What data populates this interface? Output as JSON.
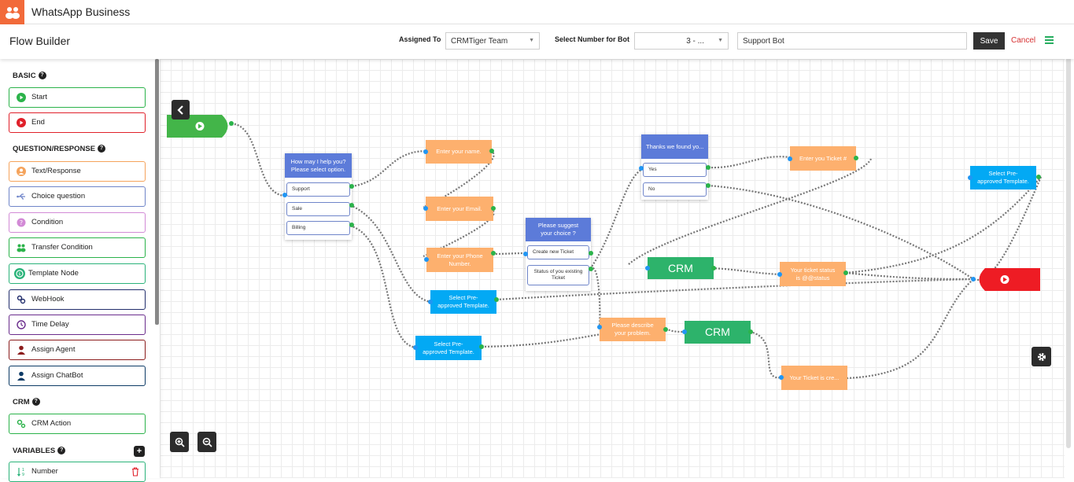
{
  "app": {
    "title": "WhatsApp Business",
    "accent": "#f26a3a"
  },
  "header": {
    "page_title": "Flow Builder",
    "assigned_label": "Assigned To",
    "assigned_value": "CRMTiger Team",
    "number_label": "Select Number for Bot",
    "number_value": "3 - ...",
    "bot_name": "Support Bot",
    "save_label": "Save",
    "cancel_label": "Cancel"
  },
  "sidebar": {
    "basic_title": "BASIC",
    "basic": [
      {
        "label": "Start",
        "color": "#2bb34a",
        "icon": "play-circle-icon"
      },
      {
        "label": "End",
        "color": "#e0202a",
        "icon": "stop-circle-icon"
      }
    ],
    "qr_title": "QUESTION/RESPONSE",
    "qr": [
      {
        "label": "Text/Response",
        "color": "#f5a35c",
        "icon": "user-circle-icon"
      },
      {
        "label": "Choice question",
        "color": "#6f85c9",
        "icon": "usb-fork-icon"
      },
      {
        "label": "Condition",
        "color": "#d28ad6",
        "icon": "question-circle-icon"
      },
      {
        "label": "Transfer Condition",
        "color": "#2bb34a",
        "icon": "users-icon"
      },
      {
        "label": "Template Node",
        "color": "#2bb37a",
        "icon": "whatsapp-icon"
      },
      {
        "label": "WebHook",
        "color": "#222e6c",
        "icon": "link-icon"
      },
      {
        "label": "Time Delay",
        "color": "#6a2c8c",
        "icon": "clock-icon"
      },
      {
        "label": "Assign Agent",
        "color": "#8b1c1c",
        "icon": "agent-icon"
      },
      {
        "label": "Assign ChatBot",
        "color": "#0d3b66",
        "icon": "chatbot-icon"
      }
    ],
    "crm_title": "CRM",
    "crm": [
      {
        "label": "CRM Action",
        "color": "#2bb34a",
        "icon": "gears-icon"
      }
    ],
    "vars_title": "VARIABLES",
    "vars": [
      {
        "label": "Number",
        "color": "#2bb37a",
        "icon": "sort-numeric-icon"
      }
    ]
  },
  "flow": {
    "q1": {
      "title": "How may I help you? Please select option.",
      "options": [
        "Support",
        "Sale",
        "Billing"
      ]
    },
    "q2": {
      "title": "Please suggest your choice ?",
      "options": [
        "Create new Ticket",
        "Status of you existing Ticket"
      ]
    },
    "q3": {
      "title": "Thanks we found yo...",
      "options": [
        "Yes",
        "No"
      ]
    },
    "enter_name": "Enter your name.",
    "enter_email": "Enter your Email.",
    "enter_phone": "Enter your Phone Number.",
    "template_a": "Select Pre-approved Template.",
    "template_b": "Select Pre-approved Template.",
    "template_c": "Select Pre-approved Template.",
    "describe": "Please describe your problem.",
    "crm_a": "CRM",
    "crm_b": "CRM",
    "ticket_num": "Enter you Ticket #",
    "ticket_status": "Your ticket status is @@status",
    "ticket_created": "Your Ticket is cre..."
  }
}
